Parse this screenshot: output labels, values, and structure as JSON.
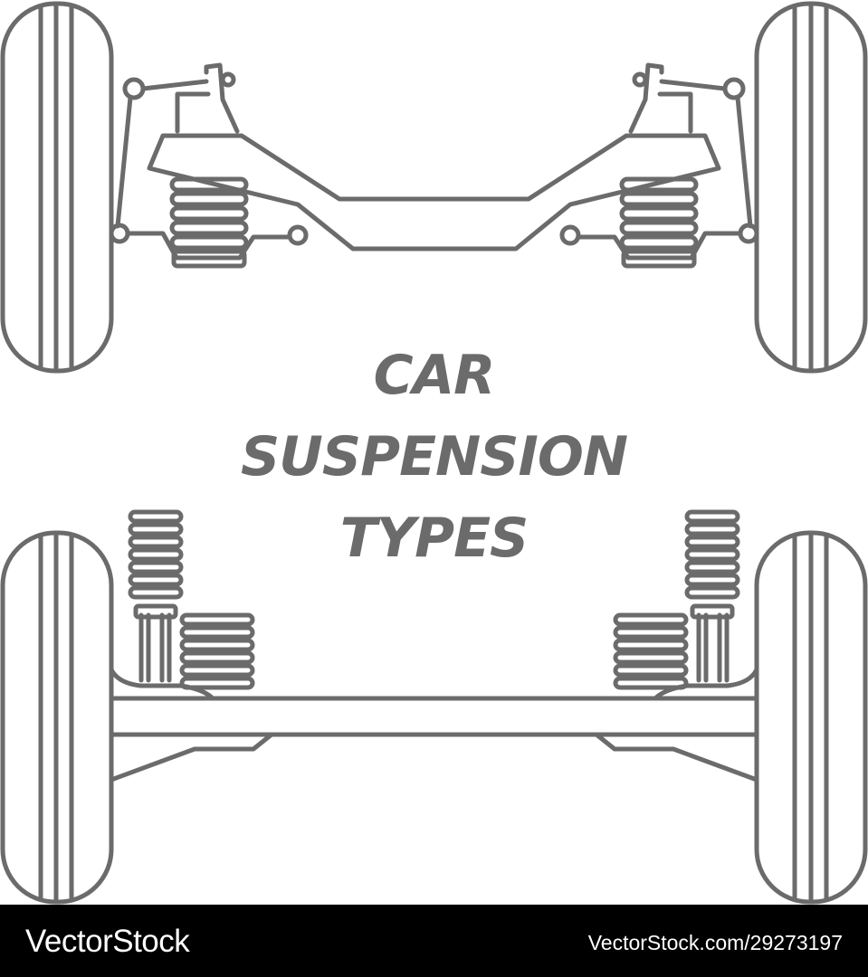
{
  "title": {
    "line1": "CAR",
    "line2": "SUSPENSION",
    "line3": "TYPES"
  },
  "footer": {
    "brand": "VectorStock",
    "stock_id": "VectorStock.com/29273197"
  },
  "colors": {
    "line": "#6b6b6b",
    "background": "#ffffff",
    "footer_bg": "#000000",
    "footer_text": "#ffffff"
  },
  "illustrations": [
    "independent-front-suspension",
    "rigid-axle-suspension"
  ]
}
